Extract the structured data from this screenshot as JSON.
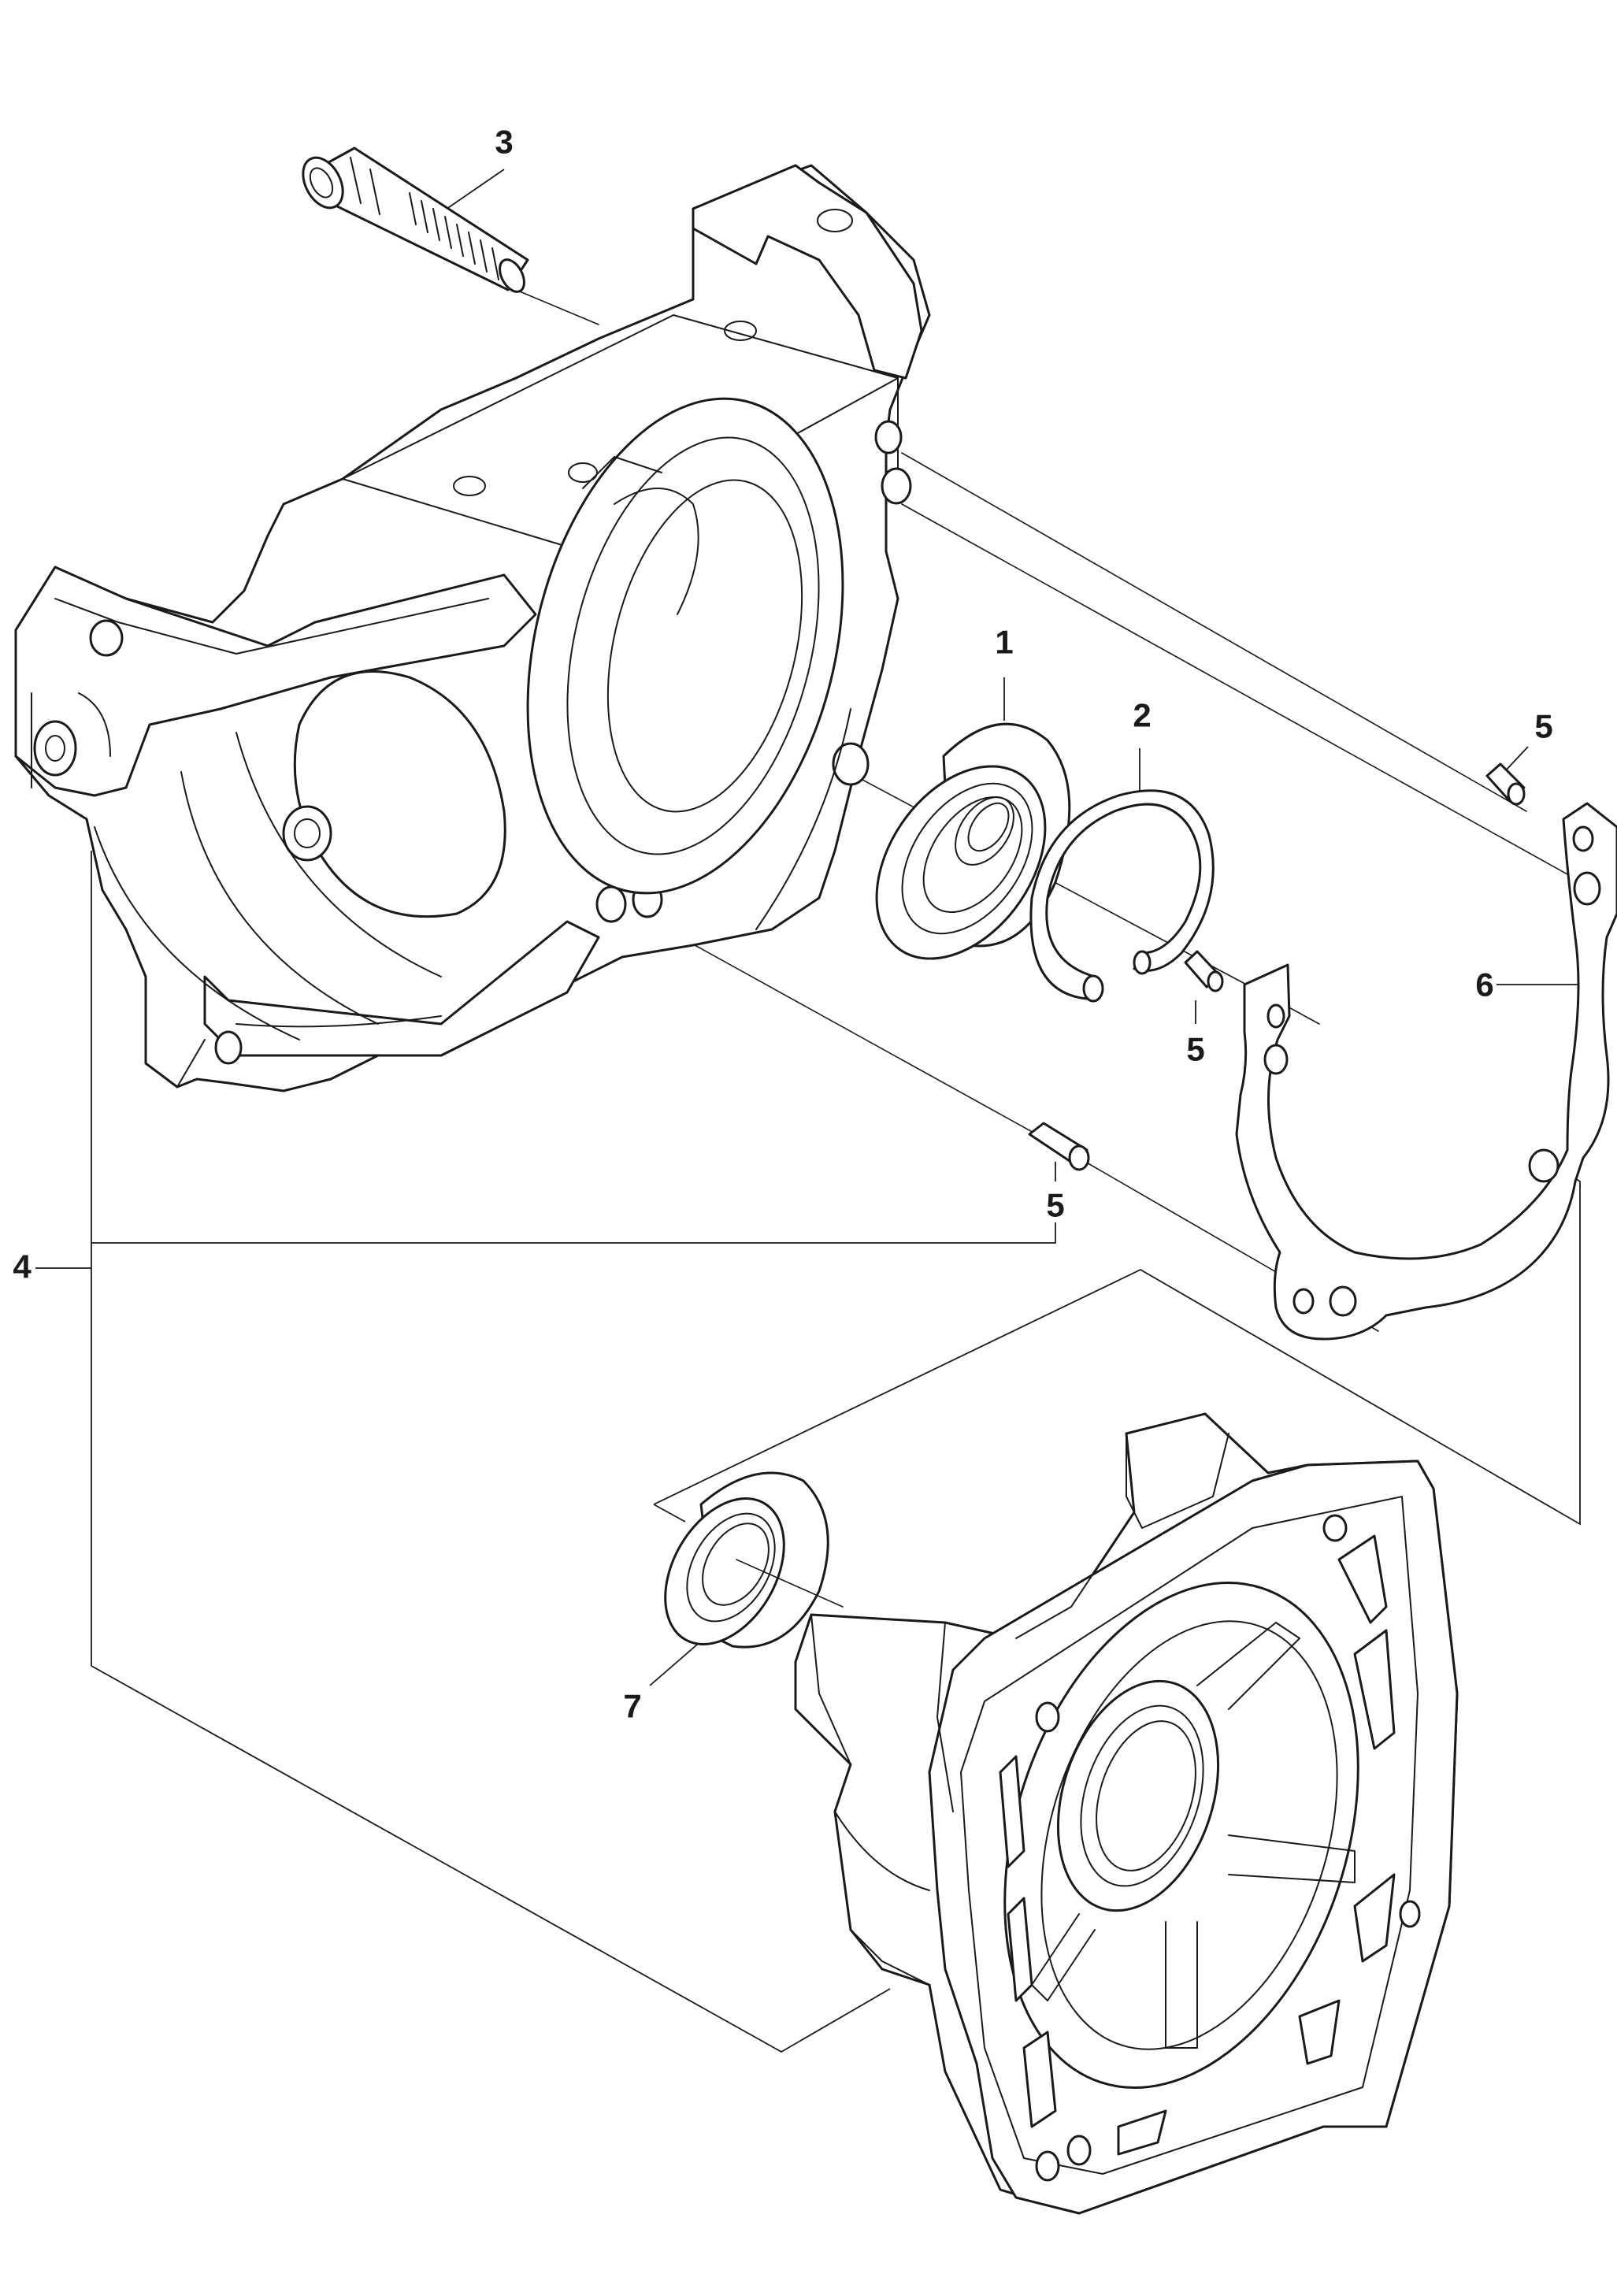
{
  "labels": {
    "bearing": "1",
    "circlip": "2",
    "screw": "3",
    "crankcase_kit": "4",
    "pin_top": "5",
    "pin_middle": "5",
    "pin_bottom": "5",
    "gasket": "6",
    "seal": "7"
  },
  "colors": {
    "line": "#1a1a1a",
    "fill": "#ffffff",
    "background": "#ffffff"
  }
}
